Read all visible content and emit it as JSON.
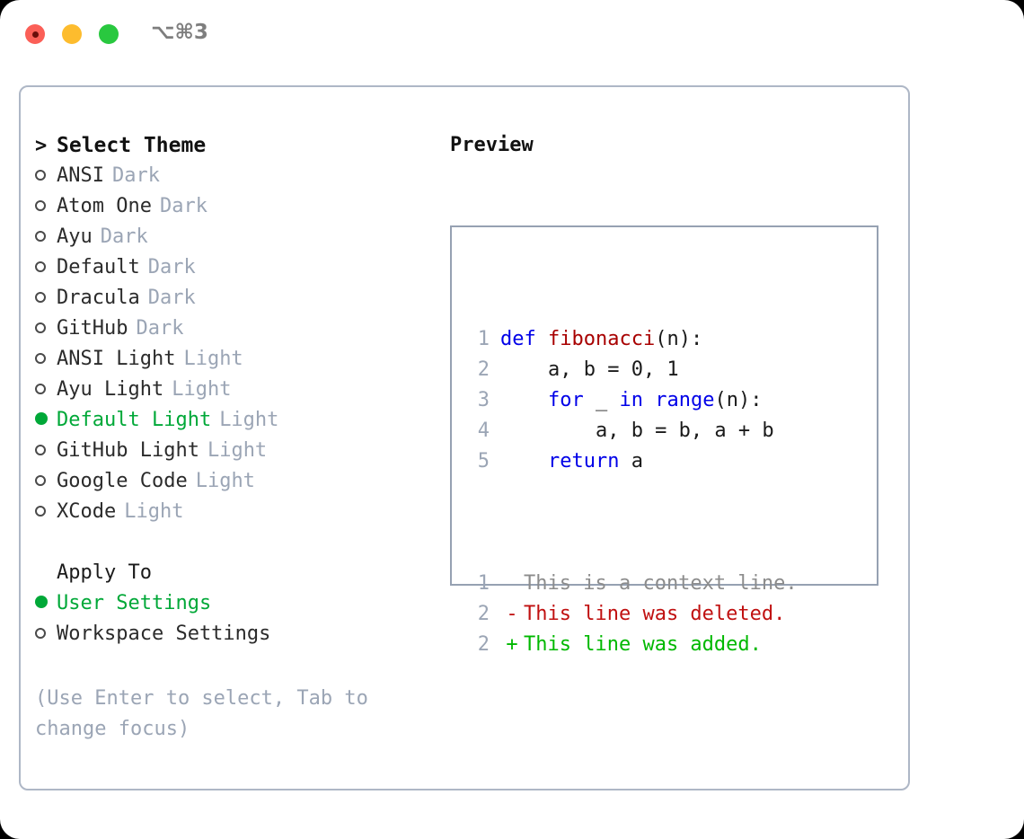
{
  "window": {
    "shortcut": "⌥⌘3",
    "traffic_lights": [
      "close-dot",
      "minimize-dot",
      "maximize-dot"
    ],
    "colors": {
      "close": "#FB5F57",
      "minimize": "#FDBC2E",
      "maximize": "#29C83F",
      "accent_green": "#00A838",
      "muted": "#9BA5B5",
      "border": "#AEB7C6"
    }
  },
  "theme_list": {
    "header": {
      "marker": ">",
      "label": "Select Theme"
    },
    "items": [
      {
        "marker": "○",
        "label": "ANSI",
        "badge": "Dark",
        "selected": false
      },
      {
        "marker": "○",
        "label": "Atom One",
        "badge": "Dark",
        "selected": false
      },
      {
        "marker": "○",
        "label": "Ayu",
        "badge": "Dark",
        "selected": false
      },
      {
        "marker": "○",
        "label": "Default",
        "badge": "Dark",
        "selected": false
      },
      {
        "marker": "○",
        "label": "Dracula",
        "badge": "Dark",
        "selected": false
      },
      {
        "marker": "○",
        "label": "GitHub",
        "badge": "Dark",
        "selected": false
      },
      {
        "marker": "○",
        "label": "ANSI Light",
        "badge": "Light",
        "selected": false
      },
      {
        "marker": "○",
        "label": "Ayu Light",
        "badge": "Light",
        "selected": false
      },
      {
        "marker": "●",
        "label": "Default Light",
        "badge": "Light",
        "selected": true
      },
      {
        "marker": "○",
        "label": "GitHub Light",
        "badge": "Light",
        "selected": false
      },
      {
        "marker": "○",
        "label": "Google Code",
        "badge": "Light",
        "selected": false
      },
      {
        "marker": "○",
        "label": "XCode",
        "badge": "Light",
        "selected": false
      }
    ]
  },
  "apply_to": {
    "header": "Apply To",
    "items": [
      {
        "marker": "●",
        "label": "User Settings",
        "selected": true
      },
      {
        "marker": "○",
        "label": "Workspace Settings",
        "selected": false
      }
    ]
  },
  "hint": "(Use Enter to select, Tab to change focus)",
  "preview": {
    "title": "Preview",
    "code_lines": [
      {
        "lineno": "1",
        "tokens": [
          {
            "text": "def ",
            "type": "kw"
          },
          {
            "text": "fibonacci",
            "type": "fn"
          },
          {
            "text": "(n):",
            "type": "plain"
          }
        ]
      },
      {
        "lineno": "2",
        "tokens": [
          {
            "text": "    a, b = 0, 1",
            "type": "plain"
          }
        ]
      },
      {
        "lineno": "3",
        "tokens": [
          {
            "text": "    ",
            "type": "plain"
          },
          {
            "text": "for",
            "type": "kw"
          },
          {
            "text": " _ ",
            "type": "plain"
          },
          {
            "text": "in",
            "type": "kw"
          },
          {
            "text": " ",
            "type": "plain"
          },
          {
            "text": "range",
            "type": "kw"
          },
          {
            "text": "(n):",
            "type": "plain"
          }
        ]
      },
      {
        "lineno": "4",
        "tokens": [
          {
            "text": "        a, b = b, a + b",
            "type": "plain"
          }
        ]
      },
      {
        "lineno": "5",
        "tokens": [
          {
            "text": "    ",
            "type": "plain"
          },
          {
            "text": "return",
            "type": "kw"
          },
          {
            "text": " a",
            "type": "plain"
          }
        ]
      }
    ],
    "diff_lines": [
      {
        "lineno": "1",
        "mark": " ",
        "text": "This is a context line.",
        "kind": "context"
      },
      {
        "lineno": "2",
        "mark": "-",
        "text": "This line was deleted.",
        "kind": "deleted"
      },
      {
        "lineno": "2",
        "mark": "+",
        "text": "This line was added.",
        "kind": "added"
      }
    ]
  }
}
